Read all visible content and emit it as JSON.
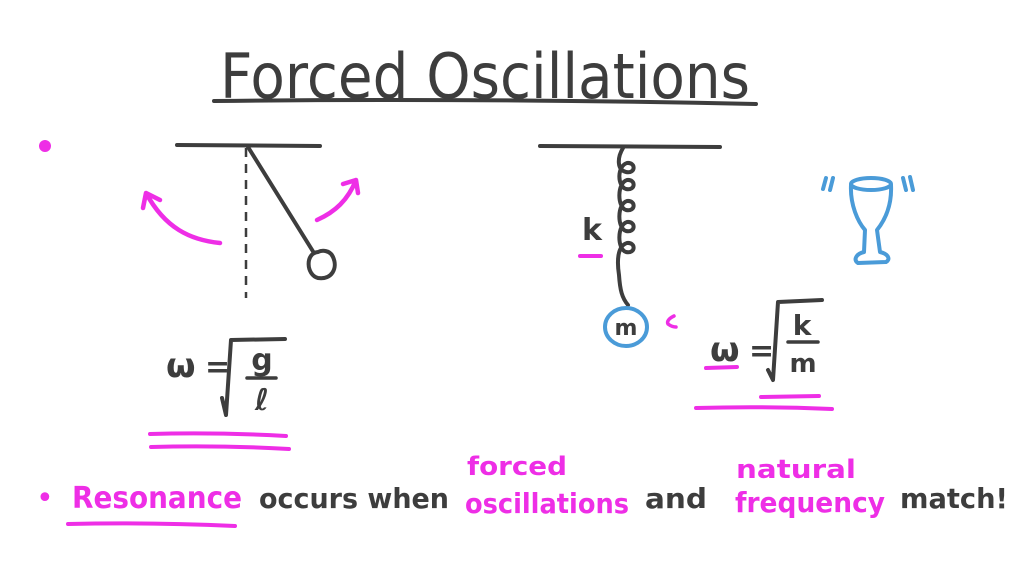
{
  "title": "Forced Oscillations",
  "colors": {
    "ink": "#3d3d3d",
    "accent": "#ee2ee6",
    "blue": "#4a9bd8",
    "background": "#ffffff"
  },
  "pendulum": {
    "formula_lhs": "ω",
    "formula_eq": "=",
    "numerator": "g",
    "denominator": "ℓ"
  },
  "spring": {
    "constant_label": "k",
    "mass_label": "m",
    "formula_lhs": "ω",
    "formula_eq": "=",
    "numerator": "k",
    "denominator": "m"
  },
  "glass": {
    "vibration_left": "“",
    "vibration_right": "”"
  },
  "statement": {
    "bullet": "•",
    "resonance": "Resonance",
    "occurs_when": "occurs when",
    "forced_line1": "forced",
    "forced_line2": "oscillations",
    "and": "and",
    "natural_line1": "natural",
    "natural_line2": "frequency",
    "match": "match!"
  }
}
